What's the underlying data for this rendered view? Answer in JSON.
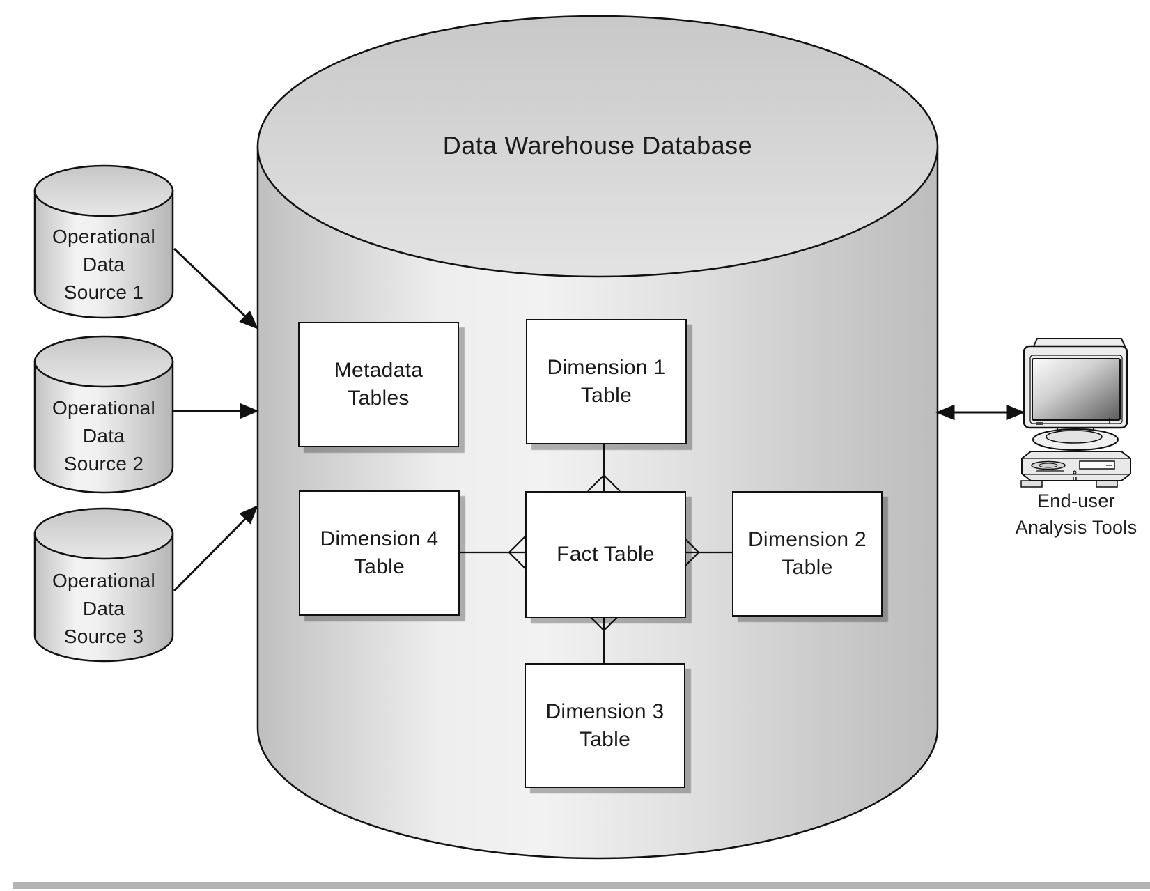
{
  "diagram": {
    "title": "Data Warehouse Database",
    "sources": [
      {
        "label": "Operational\nData\nSource 1"
      },
      {
        "label": "Operational\nData\nSource 2"
      },
      {
        "label": "Operational\nData\nSource 3"
      }
    ],
    "warehouse_tables": {
      "metadata": "Metadata\nTables",
      "dimension1": "Dimension 1\nTable",
      "dimension2": "Dimension 2\nTable",
      "dimension3": "Dimension 3\nTable",
      "dimension4": "Dimension 4\nTable",
      "fact": "Fact Table"
    },
    "end_user": {
      "label": "End-user\nAnalysis Tools"
    },
    "icons": {
      "computer": "desktop-computer-icon",
      "database_cylinders": "database-cylinder-icon",
      "arrows": "data-flow-arrow"
    },
    "colors": {
      "line": "#111111",
      "box_fill": "#ffffff",
      "box_shadow": "rgba(0,0,0,0.28)",
      "cylinder_highlight": "#f2f2f2",
      "cylinder_edge": "#bdbdbd",
      "footer_bar": "#b3b3b3",
      "screen_dark": "#5c5c5c"
    }
  }
}
